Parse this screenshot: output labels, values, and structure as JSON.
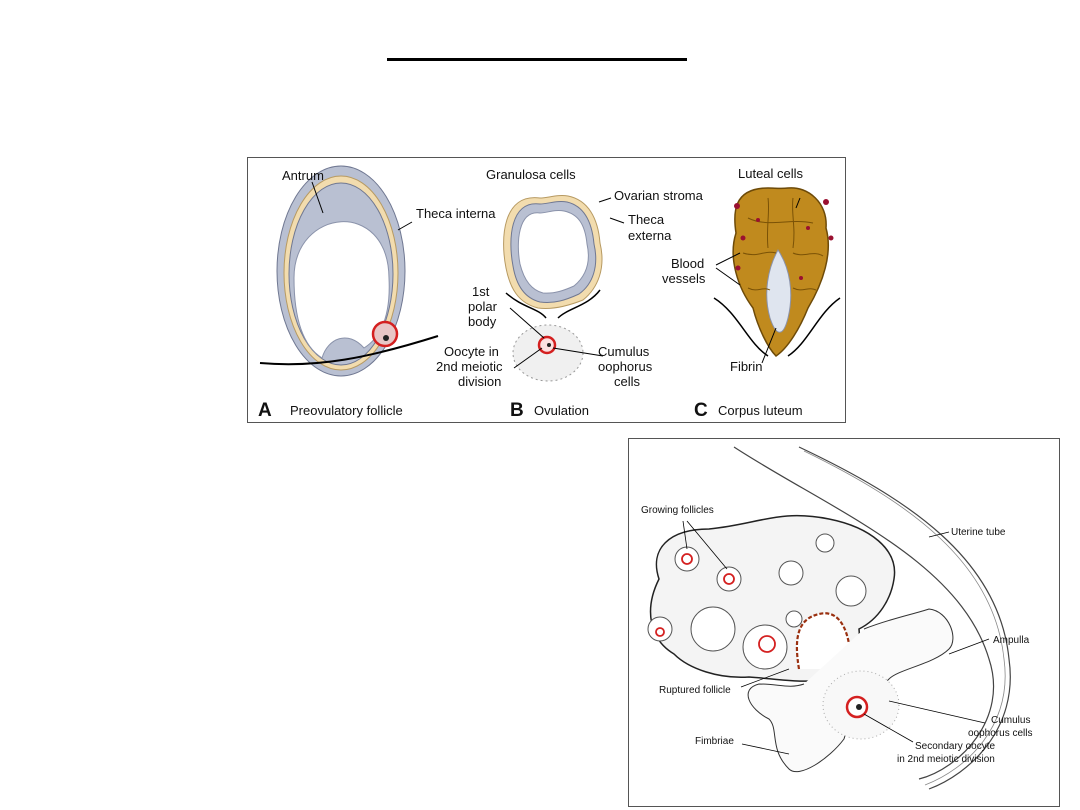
{
  "top_figure": {
    "panels": [
      {
        "letter": "A",
        "caption": "Preovulatory follicle",
        "labels": [
          "Antrum",
          "Theca interna"
        ]
      },
      {
        "letter": "B",
        "caption": "Ovulation",
        "labels": [
          "Granulosa cells",
          "Ovarian stroma",
          "Theca",
          "externa",
          "1st",
          "polar",
          "body",
          "Oocyte in",
          "2nd meiotic",
          "division",
          "Cumulus",
          "oophorus",
          "cells"
        ]
      },
      {
        "letter": "C",
        "caption": "Corpus luteum",
        "labels": [
          "Luteal cells",
          "Blood",
          "vessels",
          "Fibrin"
        ]
      }
    ]
  },
  "bottom_figure": {
    "labels": {
      "growing_follicles": "Growing follicles",
      "uterine_tube": "Uterine tube",
      "ampulla": "Ampulla",
      "ruptured_follicle": "Ruptured follicle",
      "cumulus_1": "Cumulus",
      "cumulus_2": "oophorus cells",
      "fimbriae": "Fimbriae",
      "secondary_1": "Secondary oocyte",
      "secondary_2": "in 2nd meiotic division"
    }
  },
  "colors": {
    "theca": "#f2dcae",
    "granulosa": "#b7bfd3",
    "luteal": "#c08a1e",
    "oocyte_ring": "#d42020",
    "blood_vessel": "#9a1030"
  }
}
